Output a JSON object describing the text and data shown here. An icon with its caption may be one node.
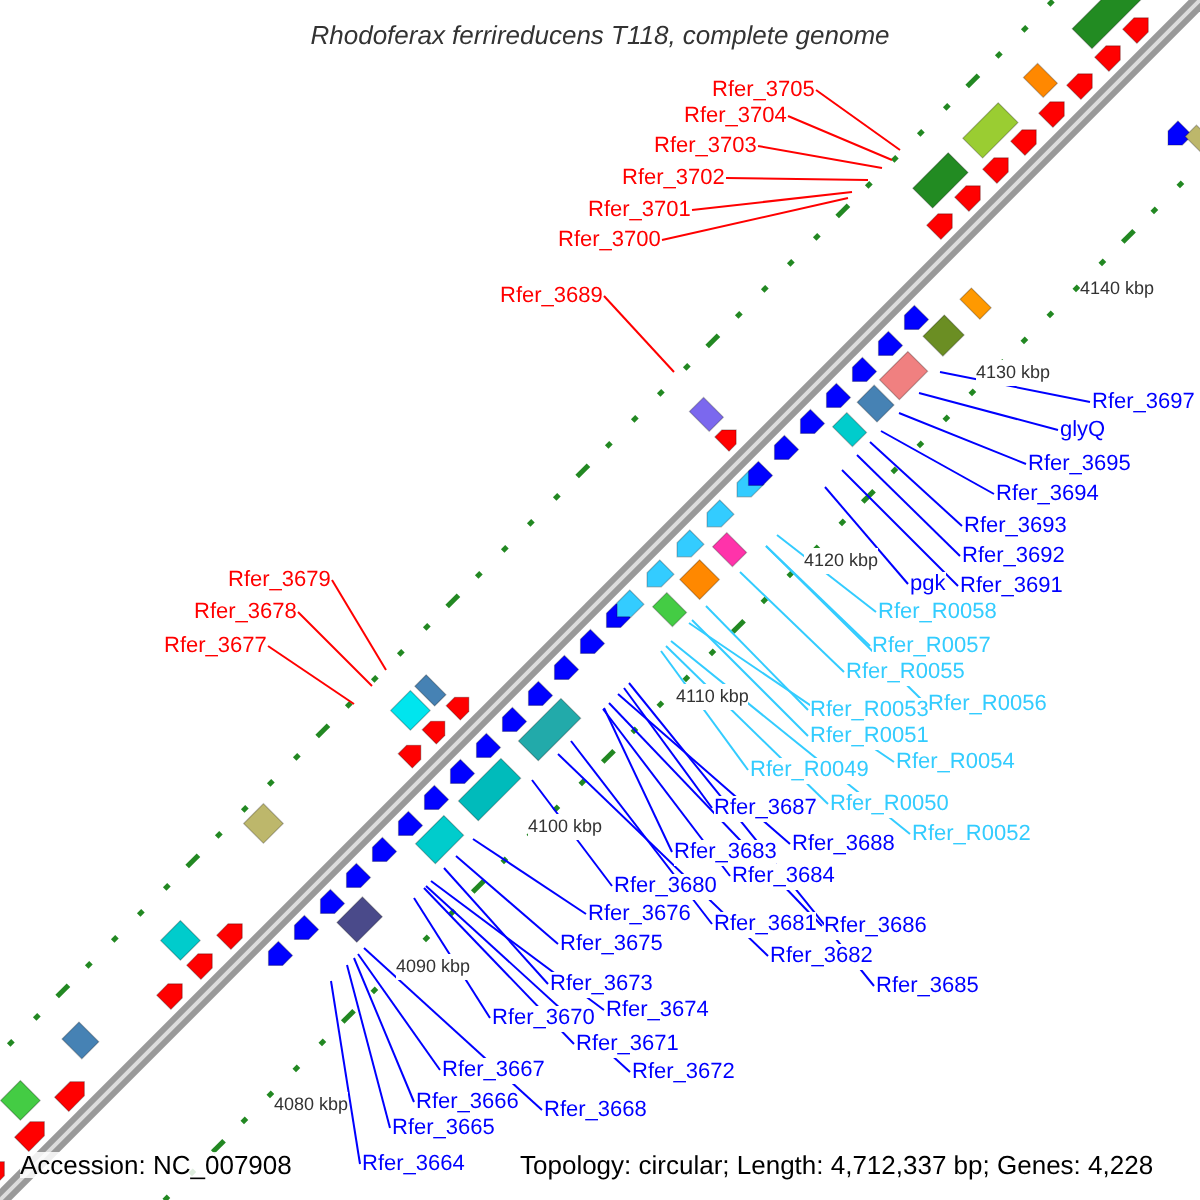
{
  "diagram": {
    "title": "Rhodoferax ferrireducens T118, complete genome",
    "nodes": [
      {
        "text": [
          "Rfer_3705"
        ]
      },
      {
        "text": [
          "Rfer_3704"
        ]
      },
      {
        "text": [
          "Rfer_3703"
        ]
      },
      {
        "text": [
          "Rfer_3702"
        ]
      },
      {
        "text": [
          "Rfer_3701"
        ]
      },
      {
        "text": [
          "Rfer_3700"
        ]
      },
      {
        "text": [
          "Rfer_3689"
        ]
      },
      {
        "text": [
          "Rfer_3697"
        ]
      },
      {
        "text": [
          "glyQ"
        ]
      },
      {
        "text": [
          "Rfer_3695"
        ]
      },
      {
        "text": [
          "Rfer_3694"
        ]
      },
      {
        "text": [
          "Rfer_3693"
        ]
      },
      {
        "text": [
          "Rfer_3692"
        ]
      },
      {
        "text": [
          "pgk"
        ]
      },
      {
        "text": [
          "Rfer_3691"
        ]
      },
      {
        "text": [
          "Rfer_R0058"
        ]
      },
      {
        "text": [
          "Rfer_R0057"
        ]
      },
      {
        "text": [
          "Rfer_R0055"
        ]
      },
      {
        "text": [
          "Rfer_R0056"
        ]
      },
      {
        "text": [
          "Rfer_R0053"
        ]
      },
      {
        "text": [
          "Rfer_R0051"
        ]
      },
      {
        "text": [
          "Rfer_R0054"
        ]
      },
      {
        "text": [
          "Rfer_R0049"
        ]
      },
      {
        "text": [
          "Rfer_R0050"
        ]
      },
      {
        "text": [
          "Rfer_R0052"
        ]
      },
      {
        "text": [
          "Rfer_3687"
        ]
      },
      {
        "text": [
          "Rfer_3688"
        ]
      },
      {
        "text": [
          "Rfer_3683"
        ]
      },
      {
        "text": [
          "Rfer_3684"
        ]
      },
      {
        "text": [
          "Rfer_3680"
        ]
      },
      {
        "text": [
          "Rfer_3681"
        ]
      },
      {
        "text": [
          "Rfer_3686"
        ]
      },
      {
        "text": [
          "Rfer_3676"
        ]
      },
      {
        "text": [
          "Rfer_3682"
        ]
      },
      {
        "text": [
          "Rfer_3675"
        ]
      },
      {
        "text": [
          "Rfer_3685"
        ]
      },
      {
        "text": [
          "Rfer_3673"
        ]
      },
      {
        "text": [
          "Rfer_3674"
        ]
      },
      {
        "text": [
          "Rfer_3670"
        ]
      },
      {
        "text": [
          "Rfer_3671"
        ]
      },
      {
        "text": [
          "Rfer_3667"
        ]
      },
      {
        "text": [
          "Rfer_3672"
        ]
      },
      {
        "text": [
          "Rfer_3666"
        ]
      },
      {
        "text": [
          "Rfer_3668"
        ]
      },
      {
        "text": [
          "Rfer_3665"
        ]
      },
      {
        "text": [
          "Rfer_3664"
        ]
      },
      {
        "text": [
          "Rfer_3679"
        ]
      },
      {
        "text": [
          "Rfer_3678"
        ]
      },
      {
        "text": [
          "Rfer_3677"
        ]
      }
    ],
    "edges": [
      {
        "from": 0,
        "to": null,
        "arrow": "none",
        "color": "#ff0000"
      },
      {
        "from": 1,
        "to": null,
        "arrow": "none",
        "color": "#ff0000"
      },
      {
        "from": 2,
        "to": null,
        "arrow": "none",
        "color": "#ff0000"
      },
      {
        "from": 3,
        "to": null,
        "arrow": "none",
        "color": "#ff0000"
      },
      {
        "from": 4,
        "to": null,
        "arrow": "none",
        "color": "#ff0000"
      },
      {
        "from": 5,
        "to": null,
        "arrow": "none",
        "color": "#ff0000"
      },
      {
        "from": 6,
        "to": null,
        "arrow": "none",
        "color": "#ff0000"
      },
      {
        "from": 7,
        "to": null,
        "arrow": "none"
      },
      {
        "from": 8,
        "to": null,
        "arrow": "none"
      },
      {
        "from": 9,
        "to": null,
        "arrow": "none"
      },
      {
        "from": 10,
        "to": null,
        "arrow": "none"
      },
      {
        "from": 11,
        "to": null,
        "arrow": "none"
      },
      {
        "from": 12,
        "to": null,
        "arrow": "none"
      },
      {
        "from": 13,
        "to": null,
        "arrow": "none"
      },
      {
        "from": 14,
        "to": null,
        "arrow": "none"
      },
      {
        "from": 15,
        "to": null,
        "arrow": "none",
        "color": "#33ccff"
      },
      {
        "from": 16,
        "to": null,
        "arrow": "none",
        "color": "#33ccff"
      },
      {
        "from": 17,
        "to": null,
        "arrow": "none",
        "color": "#33ccff"
      },
      {
        "from": 18,
        "to": null,
        "arrow": "none",
        "color": "#33ccff"
      },
      {
        "from": 19,
        "to": null,
        "arrow": "none",
        "color": "#33ccff"
      },
      {
        "from": 20,
        "to": null,
        "arrow": "none",
        "color": "#33ccff"
      },
      {
        "from": 21,
        "to": null,
        "arrow": "none",
        "color": "#33ccff"
      },
      {
        "from": 22,
        "to": null,
        "arrow": "none",
        "color": "#33ccff"
      },
      {
        "from": 23,
        "to": null,
        "arrow": "none",
        "color": "#33ccff"
      },
      {
        "from": 24,
        "to": null,
        "arrow": "none",
        "color": "#33ccff"
      },
      {
        "from": 25,
        "to": null,
        "arrow": "none"
      },
      {
        "from": 26,
        "to": null,
        "arrow": "none"
      },
      {
        "from": 27,
        "to": null,
        "arrow": "none"
      },
      {
        "from": 28,
        "to": null,
        "arrow": "none"
      },
      {
        "from": 29,
        "to": null,
        "arrow": "none"
      },
      {
        "from": 30,
        "to": null,
        "arrow": "none"
      },
      {
        "from": 31,
        "to": null,
        "arrow": "none"
      },
      {
        "from": 32,
        "to": null,
        "arrow": "none"
      },
      {
        "from": 33,
        "to": null,
        "arrow": "none"
      },
      {
        "from": 34,
        "to": null,
        "arrow": "none"
      },
      {
        "from": 35,
        "to": null,
        "arrow": "none"
      },
      {
        "from": 36,
        "to": null,
        "arrow": "none"
      },
      {
        "from": 37,
        "to": null,
        "arrow": "none"
      },
      {
        "from": 38,
        "to": null,
        "arrow": "none"
      },
      {
        "from": 39,
        "to": null,
        "arrow": "none"
      },
      {
        "from": 40,
        "to": null,
        "arrow": "none"
      },
      {
        "from": 41,
        "to": null,
        "arrow": "none"
      },
      {
        "from": 42,
        "to": null,
        "arrow": "none"
      },
      {
        "from": 43,
        "to": null,
        "arrow": "none"
      },
      {
        "from": 44,
        "to": null,
        "arrow": "none"
      },
      {
        "from": 45,
        "to": null,
        "arrow": "none"
      },
      {
        "from": 46,
        "to": null,
        "arrow": "none",
        "color": "#ff0000"
      },
      {
        "from": 47,
        "to": null,
        "arrow": "none",
        "color": "#ff0000"
      },
      {
        "from": 48,
        "to": null,
        "arrow": "none",
        "color": "#ff0000"
      }
    ],
    "labels": [
      "4140 kbp",
      "4130 kbp",
      "4120 kbp",
      "4110 kbp",
      "4100 kbp",
      "4090 kbp",
      "4080 kbp",
      "Accession: NC_007908",
      "Topology: circular; Length: 4,712,337 bp; Genes: 4,228"
    ]
  }
}
